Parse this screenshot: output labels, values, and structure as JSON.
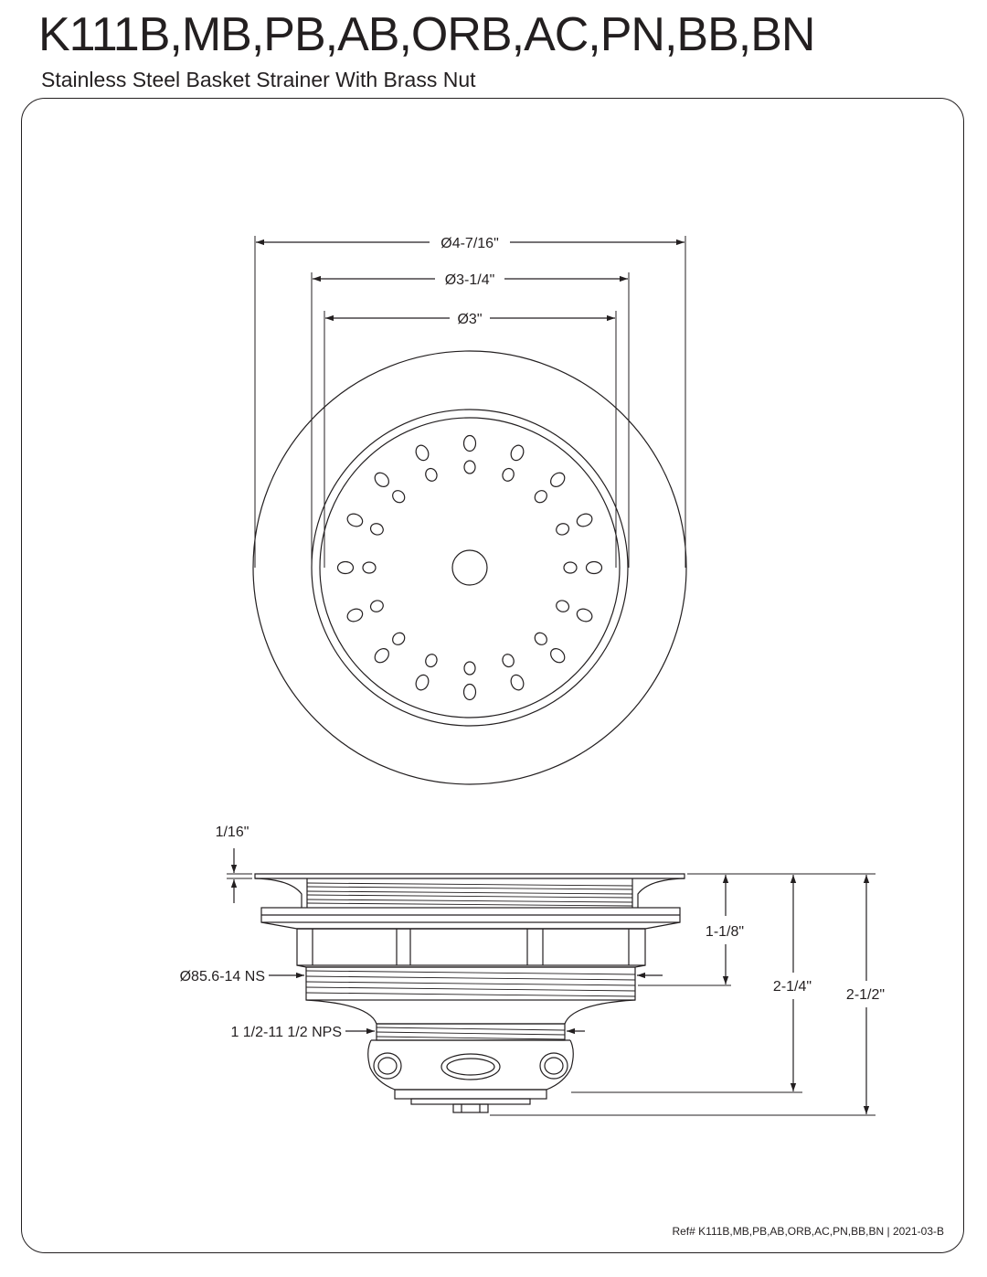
{
  "header": {
    "title": "K111B,MB,PB,AB,ORB,AC,PN,BB,BN",
    "subtitle": "Stainless Steel Basket Strainer With Brass Nut"
  },
  "top_view": {
    "dims": {
      "outer_diameter": "Ø4-7/16\"",
      "body_diameter": "Ø3-1/4\"",
      "basket_diameter": "Ø3\""
    }
  },
  "side_view": {
    "dims": {
      "flange_thickness": "1/16\"",
      "body_thread": "Ø85.6-14 NS",
      "tail_thread": "1 1/2-11 1/2 NPS",
      "height_to_thread": "1-1/8\"",
      "height_to_basket": "2-1/4\"",
      "overall_height": "2-1/2\""
    }
  },
  "footer": {
    "ref_label": "Ref#",
    "ref_models": "K111B,MB,PB,AB,ORB,AC,PN,BB,BN",
    "separator": "|",
    "revision": "2021-03-B"
  },
  "colors": {
    "line": "#231f20",
    "background": "#ffffff"
  }
}
